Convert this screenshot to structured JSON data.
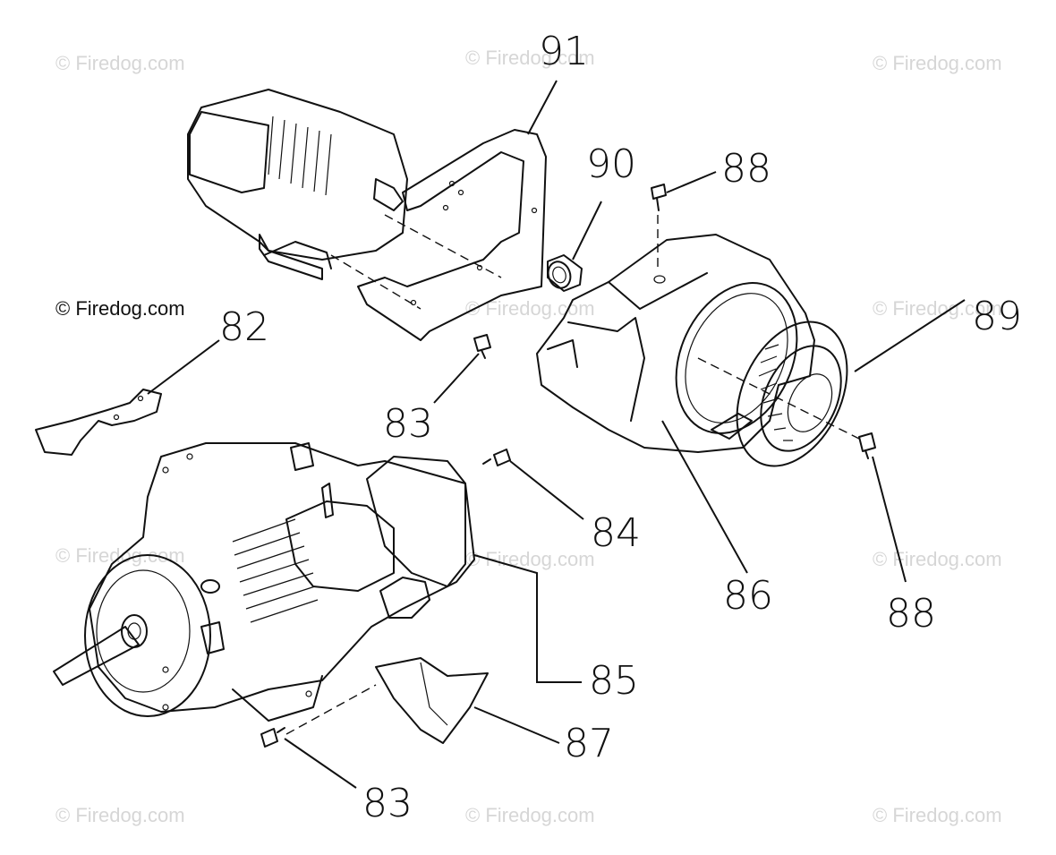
{
  "watermarks": [
    "© Firedog.com",
    "© Firedog.com",
    "© Firedog.com",
    "© Firedog.com",
    "© Firedog.com",
    "© Firedog.com",
    "© Firedog.com",
    "© Firedog.com",
    "© Firedog.com",
    "© Firedog.com",
    "© Firedog.com"
  ],
  "copyright": "© Firedog.com",
  "callouts": {
    "c91": "91",
    "c90": "90",
    "c88_top": "88",
    "c89": "89",
    "c82": "82",
    "c83_mid": "83",
    "c84": "84",
    "c86": "86",
    "c88_bottom": "88",
    "c85": "85",
    "c87": "87",
    "c83_bottom": "83"
  }
}
